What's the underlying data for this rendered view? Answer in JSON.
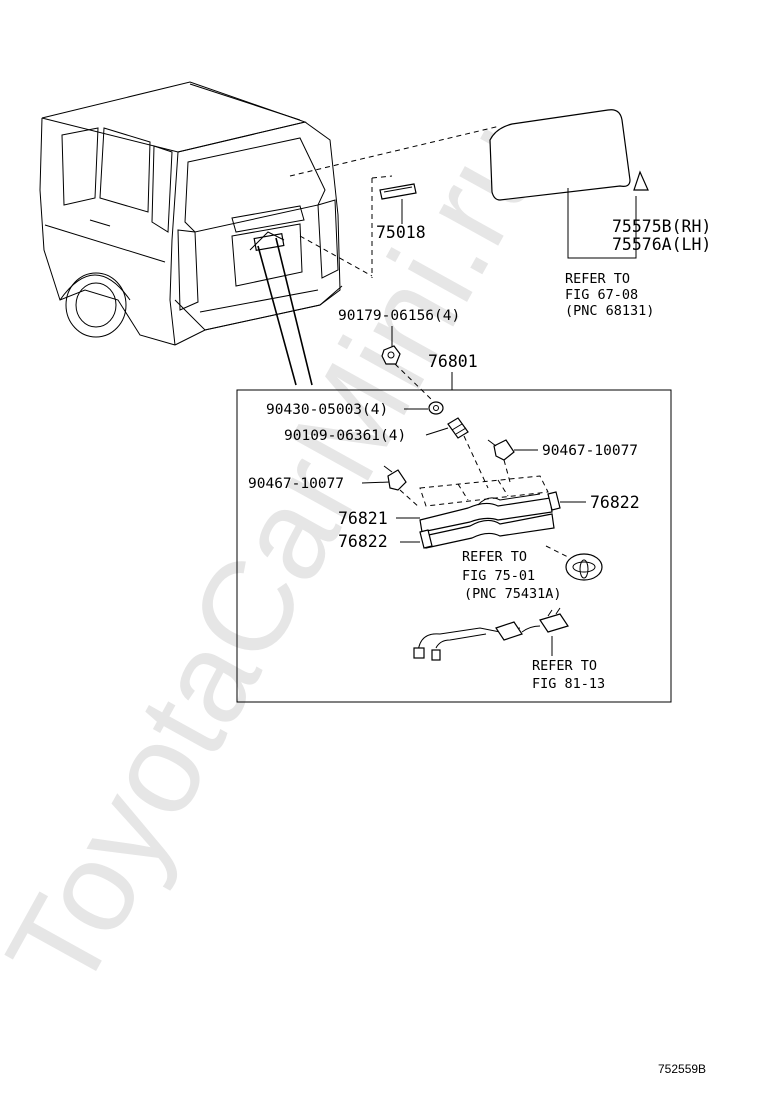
{
  "watermark": "ToyotaCarMini.ru",
  "figure_id": "752559B",
  "callouts": {
    "part_75018": "75018",
    "part_75575B": "75575B(RH)",
    "part_75576A": "75576A(LH)",
    "part_90179": "90179-06156(4)",
    "part_76801": "76801",
    "part_90430": "90430-05003(4)",
    "part_90109": "90109-06361(4)",
    "part_90467_right": "90467-10077",
    "part_90467_left": "90467-10077",
    "part_76822_right": "76822",
    "part_76821": "76821",
    "part_76822_left": "76822"
  },
  "references": {
    "ref_67_line1": "REFER TO",
    "ref_67_line2": "FIG 67-08",
    "ref_67_line3": "(PNC 68131)",
    "ref_75_line1": "REFER TO",
    "ref_75_line2": "FIG 75-01",
    "ref_75_line3": "(PNC 75431A)",
    "ref_81_line1": "REFER TO",
    "ref_81_line2": "FIG 81-13"
  }
}
